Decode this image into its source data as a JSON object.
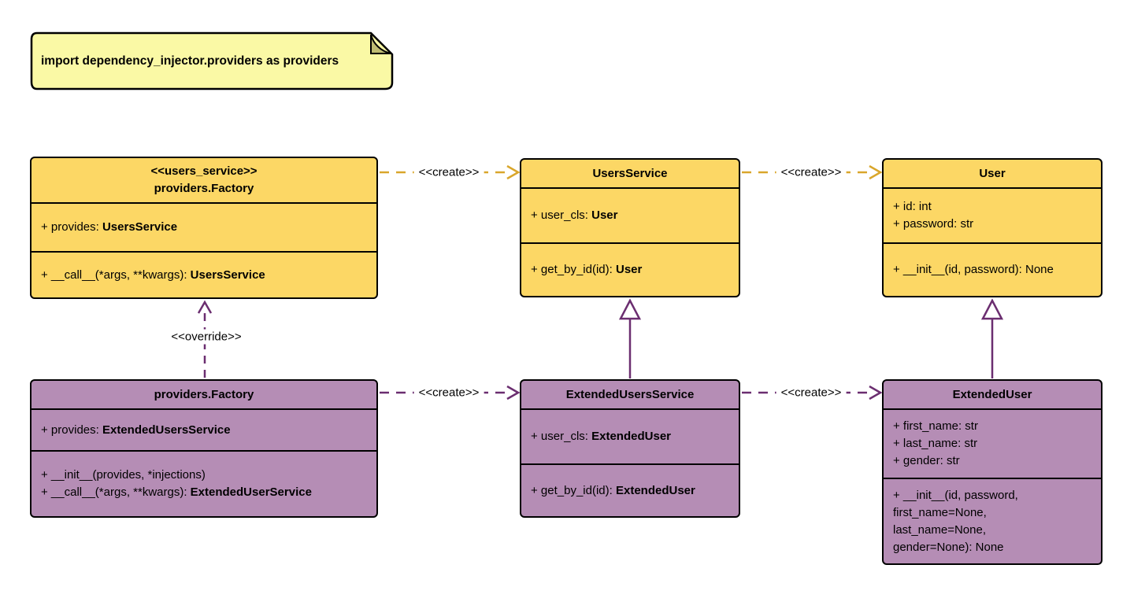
{
  "note": {
    "text": "import dependency_injector.providers as providers"
  },
  "labels": {
    "create": "<<create>>",
    "override": "<<override>>"
  },
  "palette": {
    "yellow_fill": "#FCD765",
    "purple_fill": "#B58DB5",
    "note_fill": "#FAF9A5",
    "note_fold": "#BFBC72",
    "gold_line": "#D9A62B",
    "purple_line": "#6B2E70",
    "border": "#000000"
  },
  "classes": {
    "users_factory": {
      "stereotype": "<<users_service>>",
      "name": "providers.Factory",
      "attributes": [
        {
          "text": "+ provides: ",
          "bold": "UsersService"
        }
      ],
      "methods": [
        {
          "text": "+ __call__(*args, **kwargs): ",
          "bold": "UsersService"
        }
      ]
    },
    "users_service": {
      "name": "UsersService",
      "attributes": [
        {
          "text": "+ user_cls: ",
          "bold": "User"
        }
      ],
      "methods": [
        {
          "text": "+ get_by_id(id): ",
          "bold": "User"
        }
      ]
    },
    "user": {
      "name": "User",
      "attributes": [
        {
          "text": "+ id: int",
          "bold": ""
        },
        {
          "text": "+ password: str",
          "bold": ""
        }
      ],
      "methods": [
        {
          "text": "+ __init__(id, password): None",
          "bold": ""
        }
      ]
    },
    "extended_factory": {
      "name": "providers.Factory",
      "attributes": [
        {
          "text": "+ provides: ",
          "bold": "ExtendedUsersService"
        }
      ],
      "methods": [
        {
          "text": "+ __init__(provides, *injections)",
          "bold": ""
        },
        {
          "text": "+ __call__(*args, **kwargs): ",
          "bold": "ExtendedUserService"
        }
      ]
    },
    "extended_users_service": {
      "name": "ExtendedUsersService",
      "attributes": [
        {
          "text": "+ user_cls: ",
          "bold": "ExtendedUser"
        }
      ],
      "methods": [
        {
          "text": "+ get_by_id(id): ",
          "bold": "ExtendedUser"
        }
      ]
    },
    "extended_user": {
      "name": "ExtendedUser",
      "attributes": [
        {
          "text": "+ first_name: str",
          "bold": ""
        },
        {
          "text": "+ last_name: str",
          "bold": ""
        },
        {
          "text": "+ gender: str",
          "bold": ""
        }
      ],
      "methods": [
        {
          "text": "+ __init__(id, password,",
          "bold": ""
        },
        {
          "text": "first_name=None,",
          "bold": ""
        },
        {
          "text": "last_name=None,",
          "bold": ""
        },
        {
          "text": "gender=None): None",
          "bold": ""
        }
      ]
    }
  }
}
